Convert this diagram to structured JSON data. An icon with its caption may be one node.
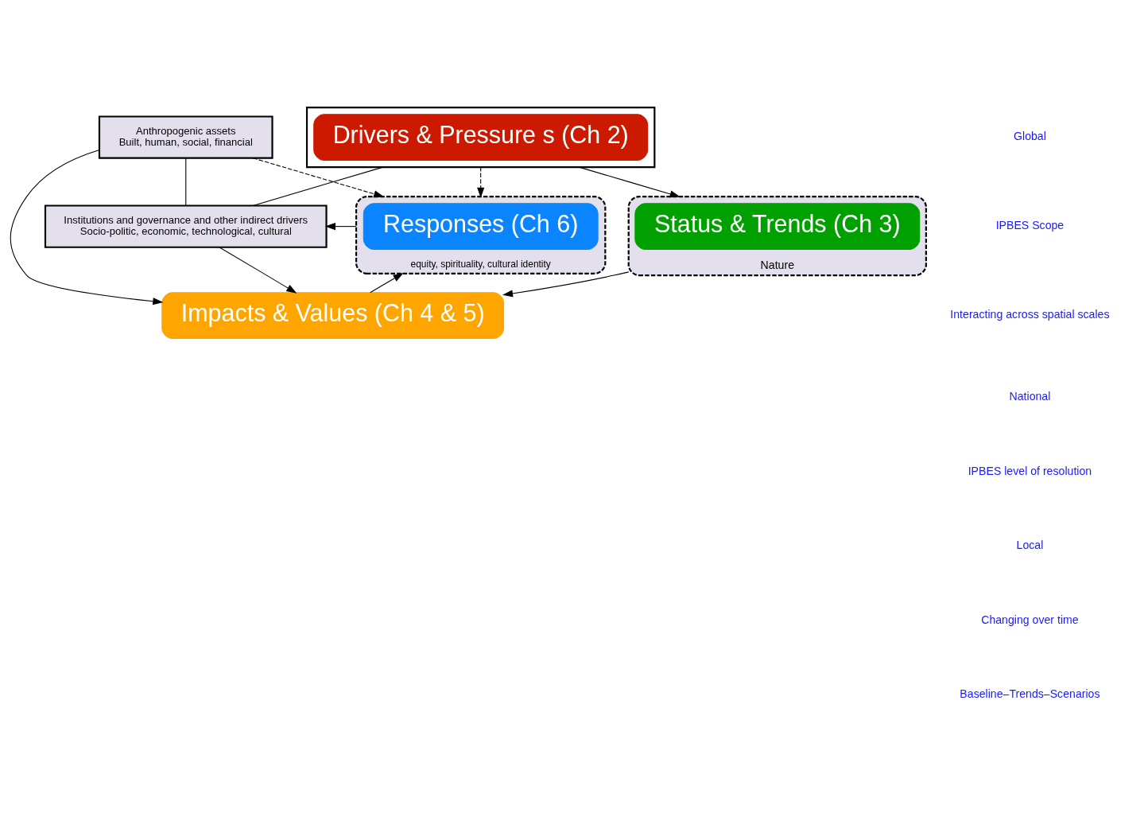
{
  "diagram": {
    "nodes": [
      {
        "text": [
          "equity, spirituality, cultural identity"
        ]
      },
      {
        "text": [
          "Responses (Ch 6)"
        ],
        "in": 0
      },
      {
        "text": [
          "Anthropogenic assets",
          "Built, human, social, financial"
        ]
      },
      {
        "text": [
          "Institutions and governance and other indirect drivers",
          "Socio-politic, economic, technological, cultural"
        ]
      },
      {
        "text": [],
        "shape": "box"
      },
      {
        "text": [
          "Drivers & Pressure s (Ch 2)"
        ],
        "in": 4
      },
      {
        "text": [
          "Nature"
        ]
      },
      {
        "text": [
          "Status & Trends (Ch 3)"
        ],
        "in": 6
      },
      {
        "text": [
          "Impacts & Values (Ch 4 & 5)"
        ]
      }
    ],
    "edges": [
      {
        "from": 8,
        "to": 0,
        "arrow": "to"
      },
      {
        "from": 2,
        "to": 0,
        "arrow": "to",
        "style": "dashed"
      },
      {
        "from": 4,
        "to": 0,
        "arrow": "to",
        "style": "dashed"
      },
      {
        "from": 0,
        "to": 3,
        "arrow": "to"
      },
      {
        "from": 2,
        "to": 3,
        "arrow": "none"
      },
      {
        "from": 2,
        "to": 8,
        "arrow": "to"
      },
      {
        "from": 3,
        "to": 8,
        "arrow": "to"
      },
      {
        "from": 3,
        "to": 4,
        "arrow": "none"
      },
      {
        "from": 4,
        "to": 6,
        "arrow": "to"
      },
      {
        "from": 6,
        "to": 8,
        "arrow": "to"
      }
    ],
    "labels": [
      "Global",
      "IPBES Scope",
      "Interacting across spatial scales",
      "National",
      "IPBES level of resolution",
      "Local",
      "Changing over time",
      "Baseline–Trends–Scenarios"
    ]
  }
}
